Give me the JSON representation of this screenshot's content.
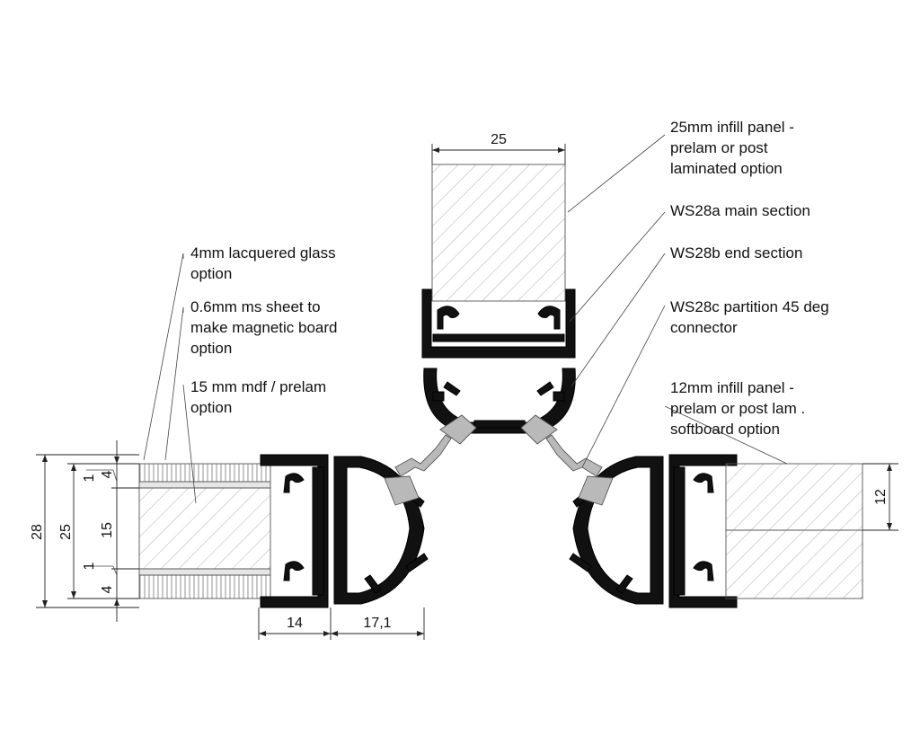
{
  "callouts": {
    "infill_25": [
      "25mm infill panel -",
      "prelam or post",
      "laminated option"
    ],
    "ws28a": [
      "WS28a main section"
    ],
    "ws28b": [
      "WS28b end section"
    ],
    "ws28c": [
      "WS28c partition 45 deg",
      "connector"
    ],
    "infill_12": [
      "12mm infill panel -",
      "prelam or post lam .",
      "softboard option"
    ],
    "glass": [
      "4mm lacquered glass",
      "option"
    ],
    "ms_sheet": [
      "0.6mm ms sheet to",
      "make magnetic board",
      "option"
    ],
    "mdf": [
      "15 mm mdf / prelam",
      "option"
    ]
  },
  "dimensions": {
    "top_width": "25",
    "left_overall": "28",
    "left_panel": "25",
    "left_core": "15",
    "left_glass_top": "4",
    "left_glass_bottom": "4",
    "left_sheet_top": "1",
    "left_sheet_bottom": "1",
    "end_section": "14",
    "main_section": "17,1",
    "right_panel": "12"
  },
  "colors": {
    "profile": "#111111",
    "connector": "#b9b9b9",
    "hatch": "#9a9a9a",
    "line": "#333333"
  }
}
